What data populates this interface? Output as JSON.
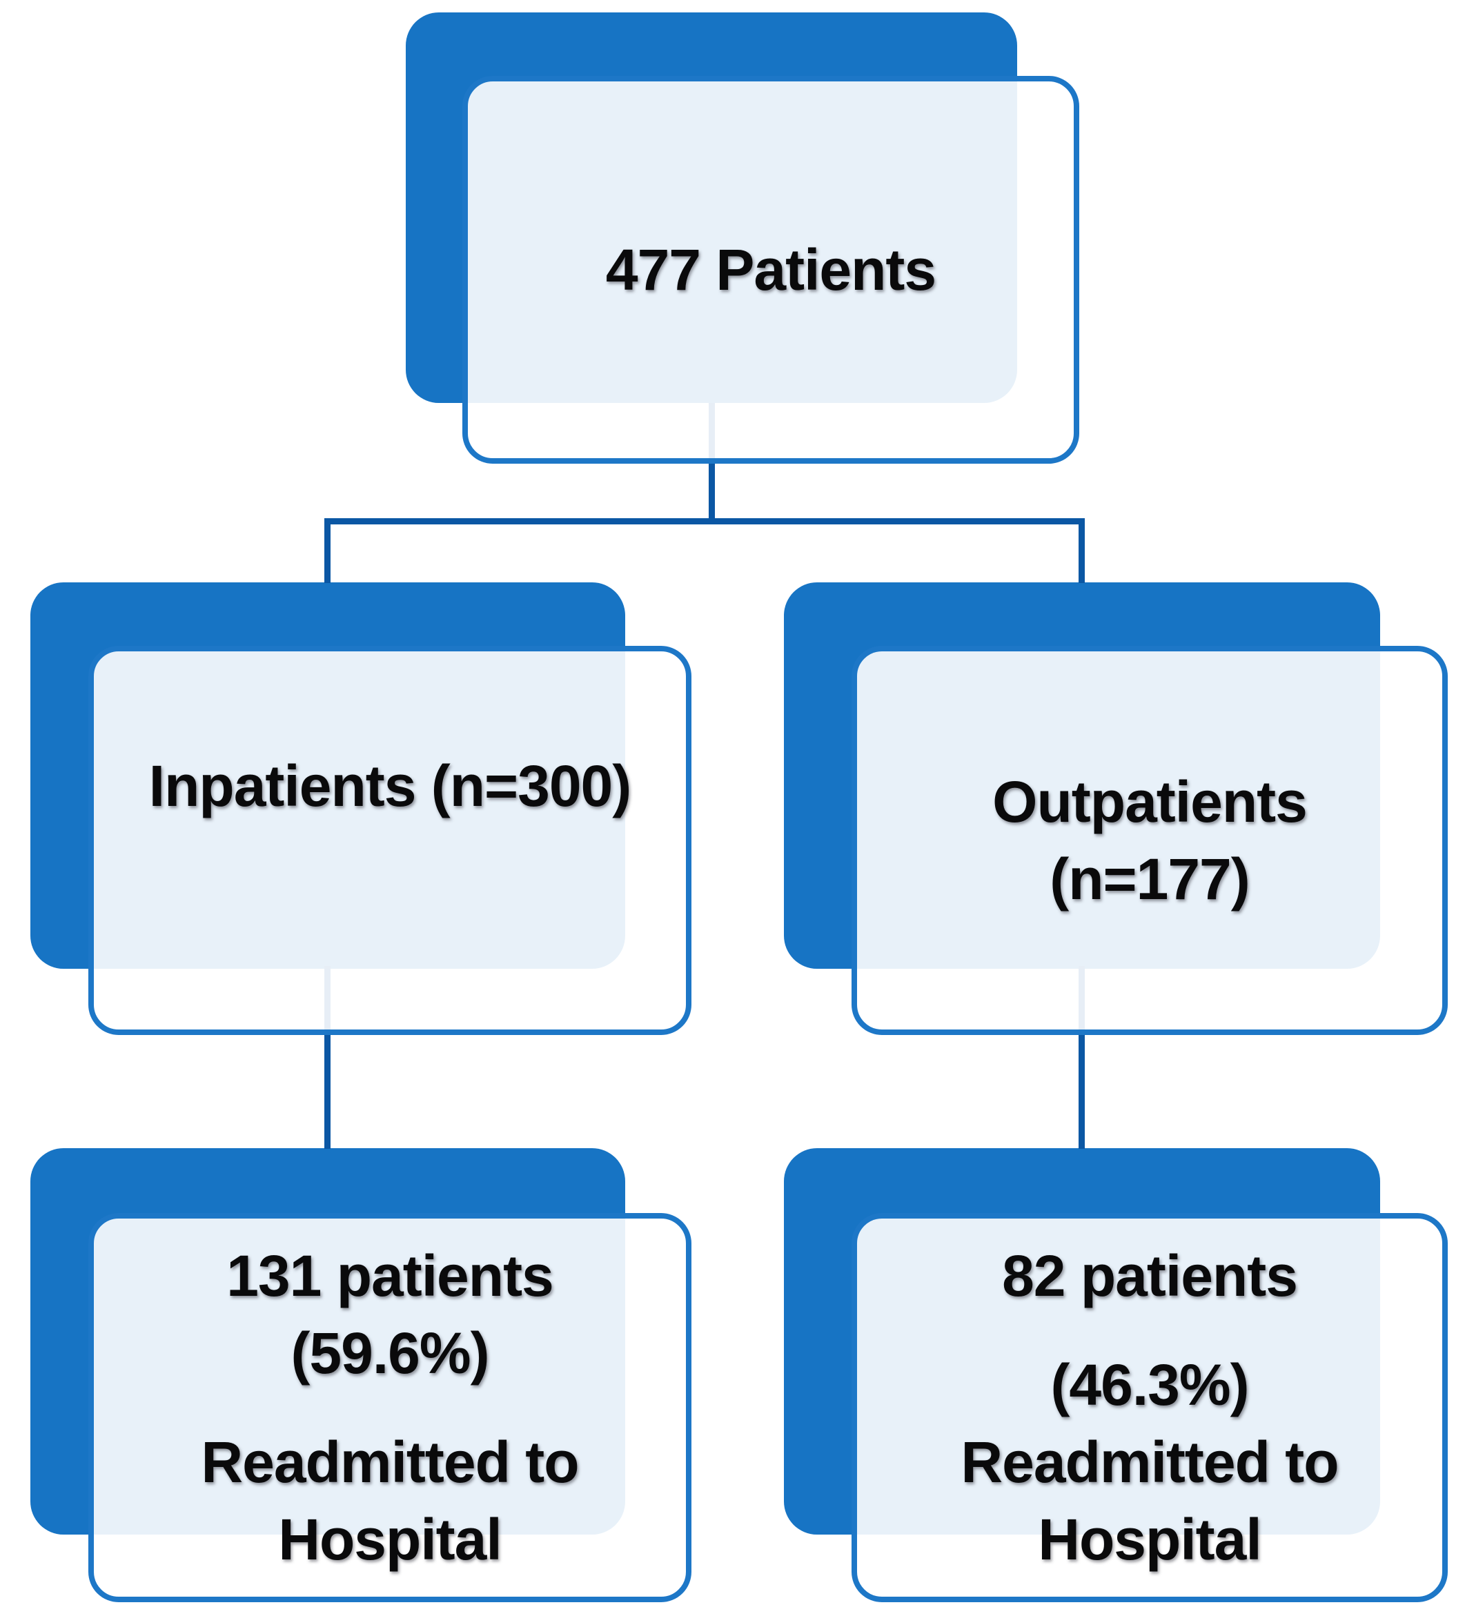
{
  "diagram_type": "flowchart",
  "colors": {
    "page_bg": "#ffffff",
    "shape_blue": "#1774c4",
    "border_blue": "#1d77c7",
    "connector_blue": "#0b57a4",
    "text_color": "#0a0a0b"
  },
  "nodes": {
    "root": {
      "lines": [
        "477 Patients"
      ]
    },
    "inpatients": {
      "lines": [
        "Inpatients (n=300)",
        ""
      ]
    },
    "outpatients": {
      "lines": [
        "Outpatients",
        "(n=177)"
      ]
    },
    "inpatients_readmitted": {
      "lines": [
        "131 patients",
        "(59.6%)",
        "Readmitted to",
        "Hospital"
      ]
    },
    "outpatients_readmitted": {
      "lines": [
        "82 patients",
        "(46.3%)",
        "Readmitted to",
        "Hospital"
      ]
    }
  }
}
